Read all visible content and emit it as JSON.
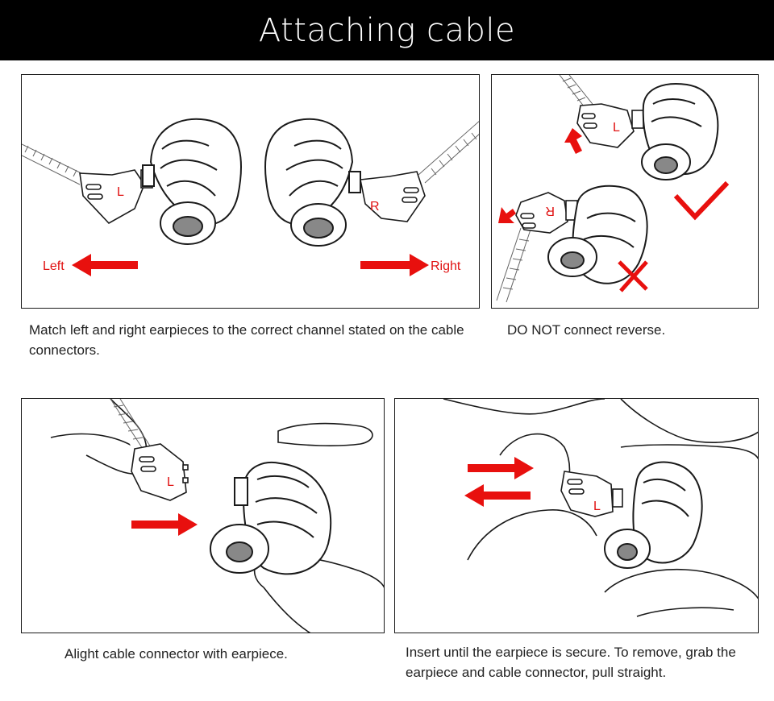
{
  "title": "Attaching cable",
  "panel1": {
    "left_label": "Left",
    "right_label": "Right",
    "connector_left": "L",
    "connector_right": "R"
  },
  "panel2": {
    "connector_top": "L",
    "connector_bottom": "R"
  },
  "panel3": {
    "connector": "L"
  },
  "panel4": {
    "connector": "L"
  },
  "captions": {
    "match": "Match left and right earpieces to the correct channel stated on the cable connectors.",
    "reverse": "DO NOT connect reverse.",
    "align": "Alight cable connector with earpiece.",
    "insert": "Insert until the earpiece is secure. To remove, grab the earpiece and cable connector, pull straight."
  },
  "colors": {
    "arrow": "#e8100e",
    "outline": "#1a1a1a"
  }
}
